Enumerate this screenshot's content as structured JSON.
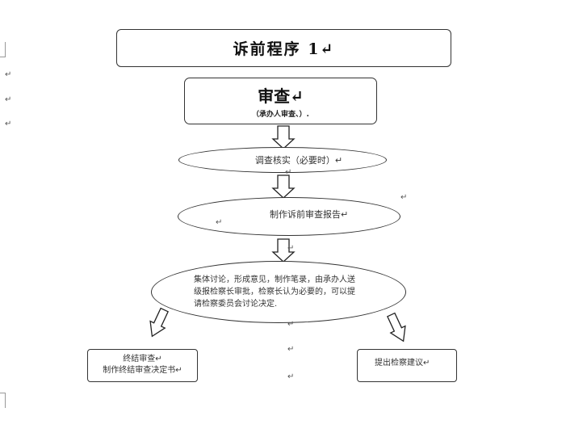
{
  "title_box": {
    "text": "诉前程序 1↵"
  },
  "review_box": {
    "heading": "审查↵",
    "sub": "（承办人审查、）."
  },
  "step_investigate": {
    "text": "调查核实（必要时）↵"
  },
  "step_report": {
    "text": "制作诉前审查报告↵"
  },
  "step_collective": {
    "lines": [
      "集体讨论，形成意见，制作笔录，由承办人送",
      "级报检察长审批，检察长认为必要的，可以提",
      "请检察委员会讨论决定."
    ]
  },
  "end_left": {
    "line1": "终结审查↵",
    "line2": "制作终结审查决定书↵"
  },
  "end_right": {
    "text": "提出检察建议↵"
  },
  "paragraph_mark": "↵"
}
